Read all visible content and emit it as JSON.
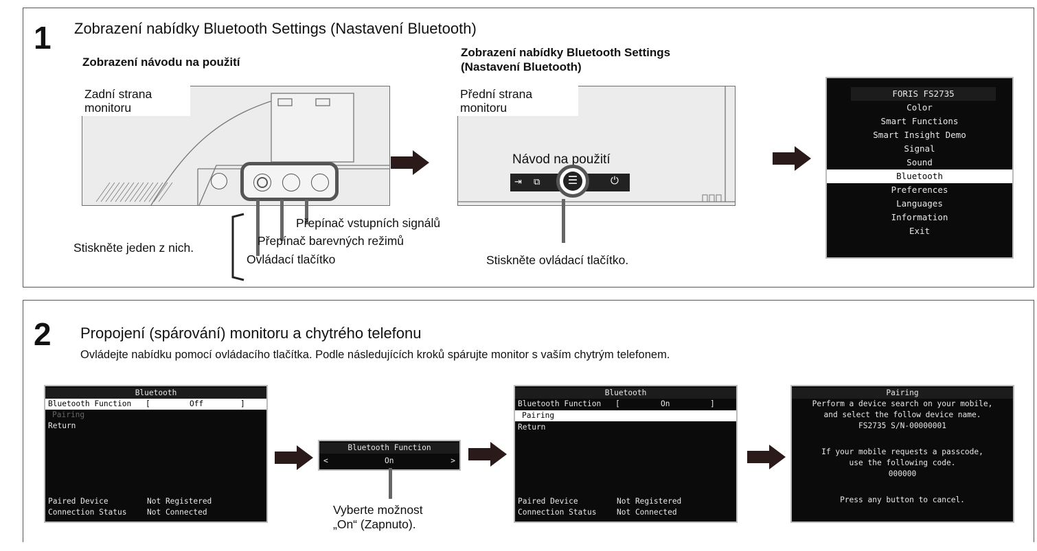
{
  "step1": {
    "number": "1",
    "title": "Zobrazení nabídky Bluetooth Settings (Nastavení Bluetooth)",
    "left_subtitle": "Zobrazení návodu na použití",
    "right_subtitle_line1": "Zobrazení nabídky Bluetooth Settings",
    "right_subtitle_line2": "(Nastavení Bluetooth)",
    "rear_label_line1": "Zadní strana",
    "rear_label_line2": "monitoru",
    "front_label_line1": "Přední strana",
    "front_label_line2": "monitoru",
    "guide_label": "Návod na použití",
    "callout_input": "Přepínač vstupních signálů",
    "callout_color": "Přepínač barevných režimů",
    "callout_control": "Ovládací tlačítko",
    "press_one": "Stiskněte jeden z nich.",
    "press_control": "Stiskněte ovládací tlačítko.",
    "osd_menu": {
      "title": "FORIS FS2735",
      "items": [
        "Color",
        "Smart Functions",
        "Smart Insight Demo",
        "Signal",
        "Sound",
        "Bluetooth",
        "Preferences",
        "Languages",
        "Information",
        "Exit"
      ],
      "selected": "Bluetooth"
    }
  },
  "step2": {
    "number": "2",
    "title": "Propojení (spárování) monitoru a chytrého telefonu",
    "subtitle": "Ovládejte nabídku pomocí ovládacího tlačítka. Podle následujících kroků spárujte monitor s vaším chytrým telefonem.",
    "screen1": {
      "title": "Bluetooth",
      "function_label": "Bluetooth Function",
      "bracket_open": "[",
      "value": "Off",
      "bracket_close": "]",
      "pairing": "Pairing",
      "return": "Return",
      "paired_device_label": "Paired Device",
      "paired_device_value": "Not Registered",
      "connection_label": "Connection Status",
      "connection_value": "Not Connected"
    },
    "select_box": {
      "title": "Bluetooth Function",
      "left": "<",
      "value": "On",
      "right": ">"
    },
    "select_caption_line1": "Vyberte možnost",
    "select_caption_line2": "„On“ (Zapnuto).",
    "screen2": {
      "title": "Bluetooth",
      "function_label": "Bluetooth Function",
      "bracket_open": "[",
      "value": "On",
      "bracket_close": "]",
      "pairing": "Pairing",
      "return": "Return",
      "paired_device_label": "Paired Device",
      "paired_device_value": "Not Registered",
      "connection_label": "Connection Status",
      "connection_value": "Not Connected"
    },
    "pairing_screen": {
      "title": "Pairing",
      "line1": "Perform a device search on your mobile,",
      "line2": "and select the follow device name.",
      "line3": "FS2735 S/N-00000001",
      "line4": "If your mobile requests a passcode,",
      "line5": "use the following code.",
      "line6": "000000",
      "line7": "Press any button to cancel."
    }
  }
}
